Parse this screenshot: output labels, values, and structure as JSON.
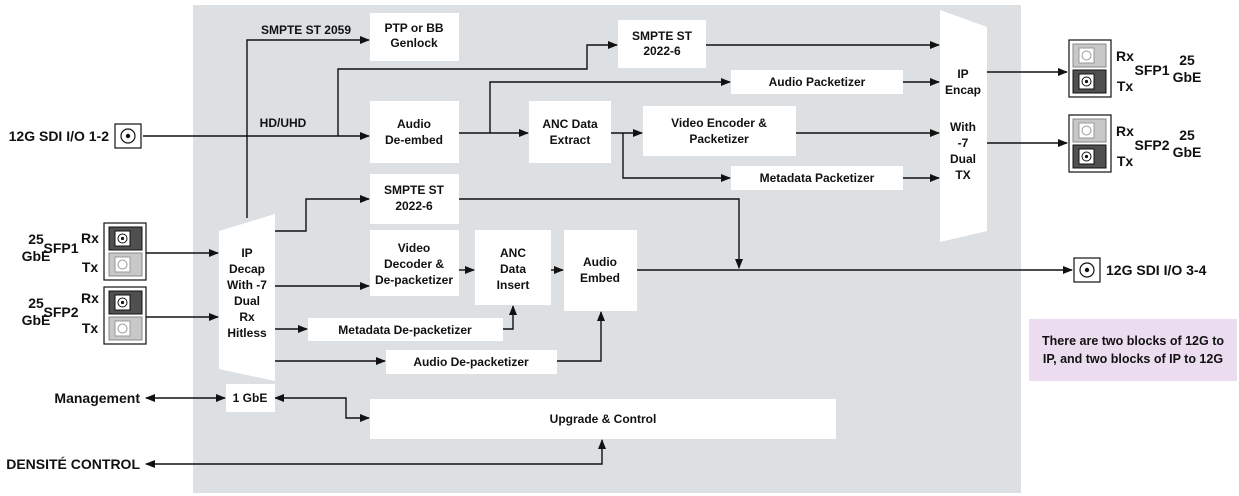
{
  "blocks": {
    "ptp": [
      "PTP or BB",
      "Genlock"
    ],
    "smpte_top": [
      "SMPTE ST",
      "2022-6"
    ],
    "audio_packetizer": "Audio Packetizer",
    "ip_encap": [
      "IP",
      "Encap",
      "",
      "With",
      "-7",
      "Dual",
      "TX"
    ],
    "audio_deembed": [
      "Audio",
      "De-embed"
    ],
    "anc_extract": [
      "ANC Data",
      "Extract"
    ],
    "video_encoder": [
      "Video Encoder &",
      "Packetizer"
    ],
    "metadata_packetizer": "Metadata Packetizer",
    "smpte_mid": [
      "SMPTE ST",
      "2022-6"
    ],
    "ip_decap": [
      "IP",
      "Decap",
      "With -7",
      "Dual",
      "Rx",
      "Hitless"
    ],
    "video_decoder": [
      "Video",
      "Decoder &",
      "De-packetizer"
    ],
    "anc_insert": [
      "ANC",
      "Data",
      "Insert"
    ],
    "audio_embed": [
      "Audio",
      "Embed"
    ],
    "metadata_depacketizer": "Metadata De-packetizer",
    "audio_depacketizer": "Audio De-packetizer",
    "gbe1": "1 GbE",
    "upgrade_control": "Upgrade & Control"
  },
  "labels": {
    "smpte_2059": "SMPTE ST 2059",
    "hd_uhd": "HD/UHD",
    "sdi_in": "12G SDI I/O 1-2",
    "sdi_out": "12G SDI I/O 3-4",
    "management": "Management",
    "densite": "DENSITÉ CONTROL",
    "rx": "Rx",
    "tx": "Tx",
    "sfp1": "SFP1",
    "sfp2": "SFP2",
    "gbe25_num": "25",
    "gbe25_unit": "GbE"
  },
  "note": [
    "There are two blocks of 12G to",
    "IP, and two blocks of IP to 12G"
  ],
  "colors": {
    "panel": "#dde0e2",
    "note_bg": "#ecdcef",
    "sfp_dark": "#505050",
    "sfp_light": "#c8c8c8",
    "line": "#111111"
  }
}
